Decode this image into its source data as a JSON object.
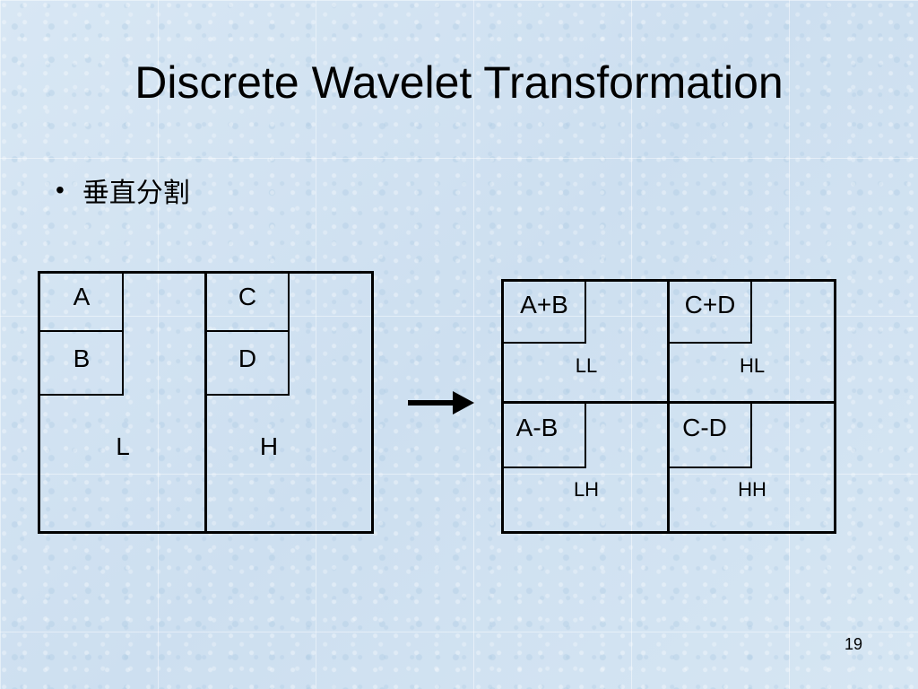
{
  "slide": {
    "title": "Discrete Wavelet Transformation",
    "bullet": "垂直分割",
    "page_number": "19"
  },
  "left_diagram": {
    "a": "A",
    "b": "B",
    "c": "C",
    "d": "D",
    "l": "L",
    "h": "H"
  },
  "right_diagram": {
    "a_plus_b": "A+B",
    "c_plus_d": "C+D",
    "a_minus_b": "A-B",
    "c_minus_d": "C-D",
    "ll": "LL",
    "hl": "HL",
    "lh": "LH",
    "hh": "HH"
  }
}
